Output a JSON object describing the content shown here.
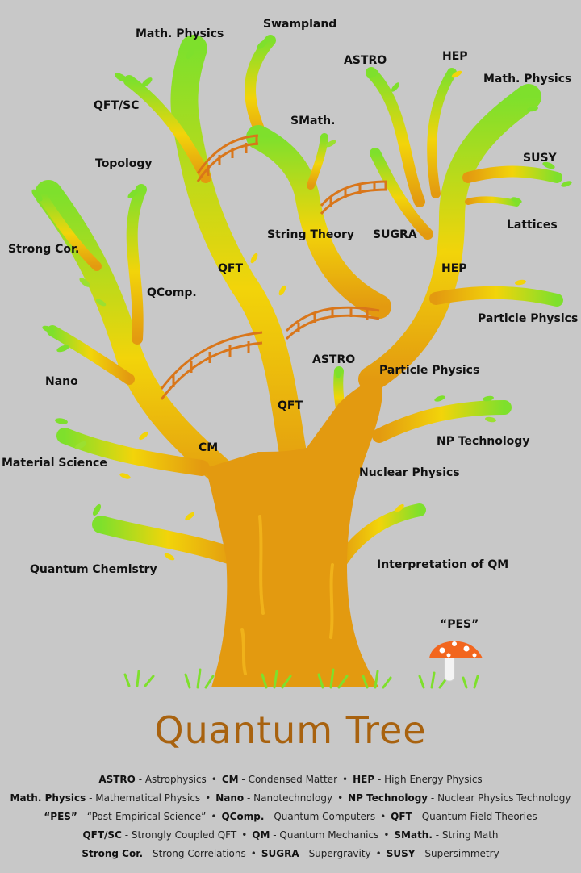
{
  "title": "Quantum Tree",
  "colors": {
    "trunk": "#e39a10",
    "branch_mid": "#f1d60a",
    "branch_tip": "#7fe02a",
    "bridge": "#d9761a",
    "title": "#a8620f",
    "mushroom_cap": "#f2661e"
  },
  "labels": {
    "swampland": "Swampland",
    "math_physics_1": "Math. Physics",
    "astro_1": "ASTRO",
    "hep_1": "HEP",
    "math_physics_2": "Math. Physics",
    "qft_sc": "QFT/SC",
    "smath": "SMath.",
    "susy": "SUSY",
    "topology": "Topology",
    "lattices": "Lattices",
    "string_theory": "String Theory",
    "sugra": "SUGRA",
    "strong_cor": "Strong Cor.",
    "qft_1": "QFT",
    "hep_2": "HEP",
    "qcomp": "QComp.",
    "particle_physics_1": "Particle Physics",
    "astro_2": "ASTRO",
    "particle_physics_2": "Particle Physics",
    "nano": "Nano",
    "qft_2": "QFT",
    "np_technology": "NP Technology",
    "cm": "CM",
    "material_science": "Material Science",
    "nuclear_physics": "Nuclear Physics",
    "interpretation_qm": "Interpretation of QM",
    "quantum_chemistry": "Quantum Chemistry",
    "pes": "“PES”"
  },
  "legend": [
    [
      {
        "abbr": "ASTRO",
        "desc": " - Astrophysics"
      },
      {
        "abbr": "CM",
        "desc": " - Condensed Matter"
      },
      {
        "abbr": "HEP",
        "desc": " - High Energy Physics"
      }
    ],
    [
      {
        "abbr": "Math. Physics",
        "desc": " - Mathematical Physics"
      },
      {
        "abbr": "Nano",
        "desc": " - Nanotechnology"
      },
      {
        "abbr": "NP Technology",
        "desc": " - Nuclear Physics Technology"
      }
    ],
    [
      {
        "abbr": "“PES”",
        "desc": " - “Post-Empirical Science”"
      },
      {
        "abbr": "QComp.",
        "desc": " - Quantum Computers"
      },
      {
        "abbr": "QFT",
        "desc": " - Quantum Field Theories"
      }
    ],
    [
      {
        "abbr": "QFT/SC",
        "desc": " - Strongly Coupled QFT"
      },
      {
        "abbr": "QM",
        "desc": " - Quantum Mechanics"
      },
      {
        "abbr": "SMath.",
        "desc": " - String Math"
      }
    ],
    [
      {
        "abbr": "Strong Cor.",
        "desc": " - Strong Correlations"
      },
      {
        "abbr": "SUGRA",
        "desc": " - Supergravity"
      },
      {
        "abbr": "SUSY",
        "desc": " - Supersimmetry"
      }
    ]
  ],
  "legend_separator": "•"
}
